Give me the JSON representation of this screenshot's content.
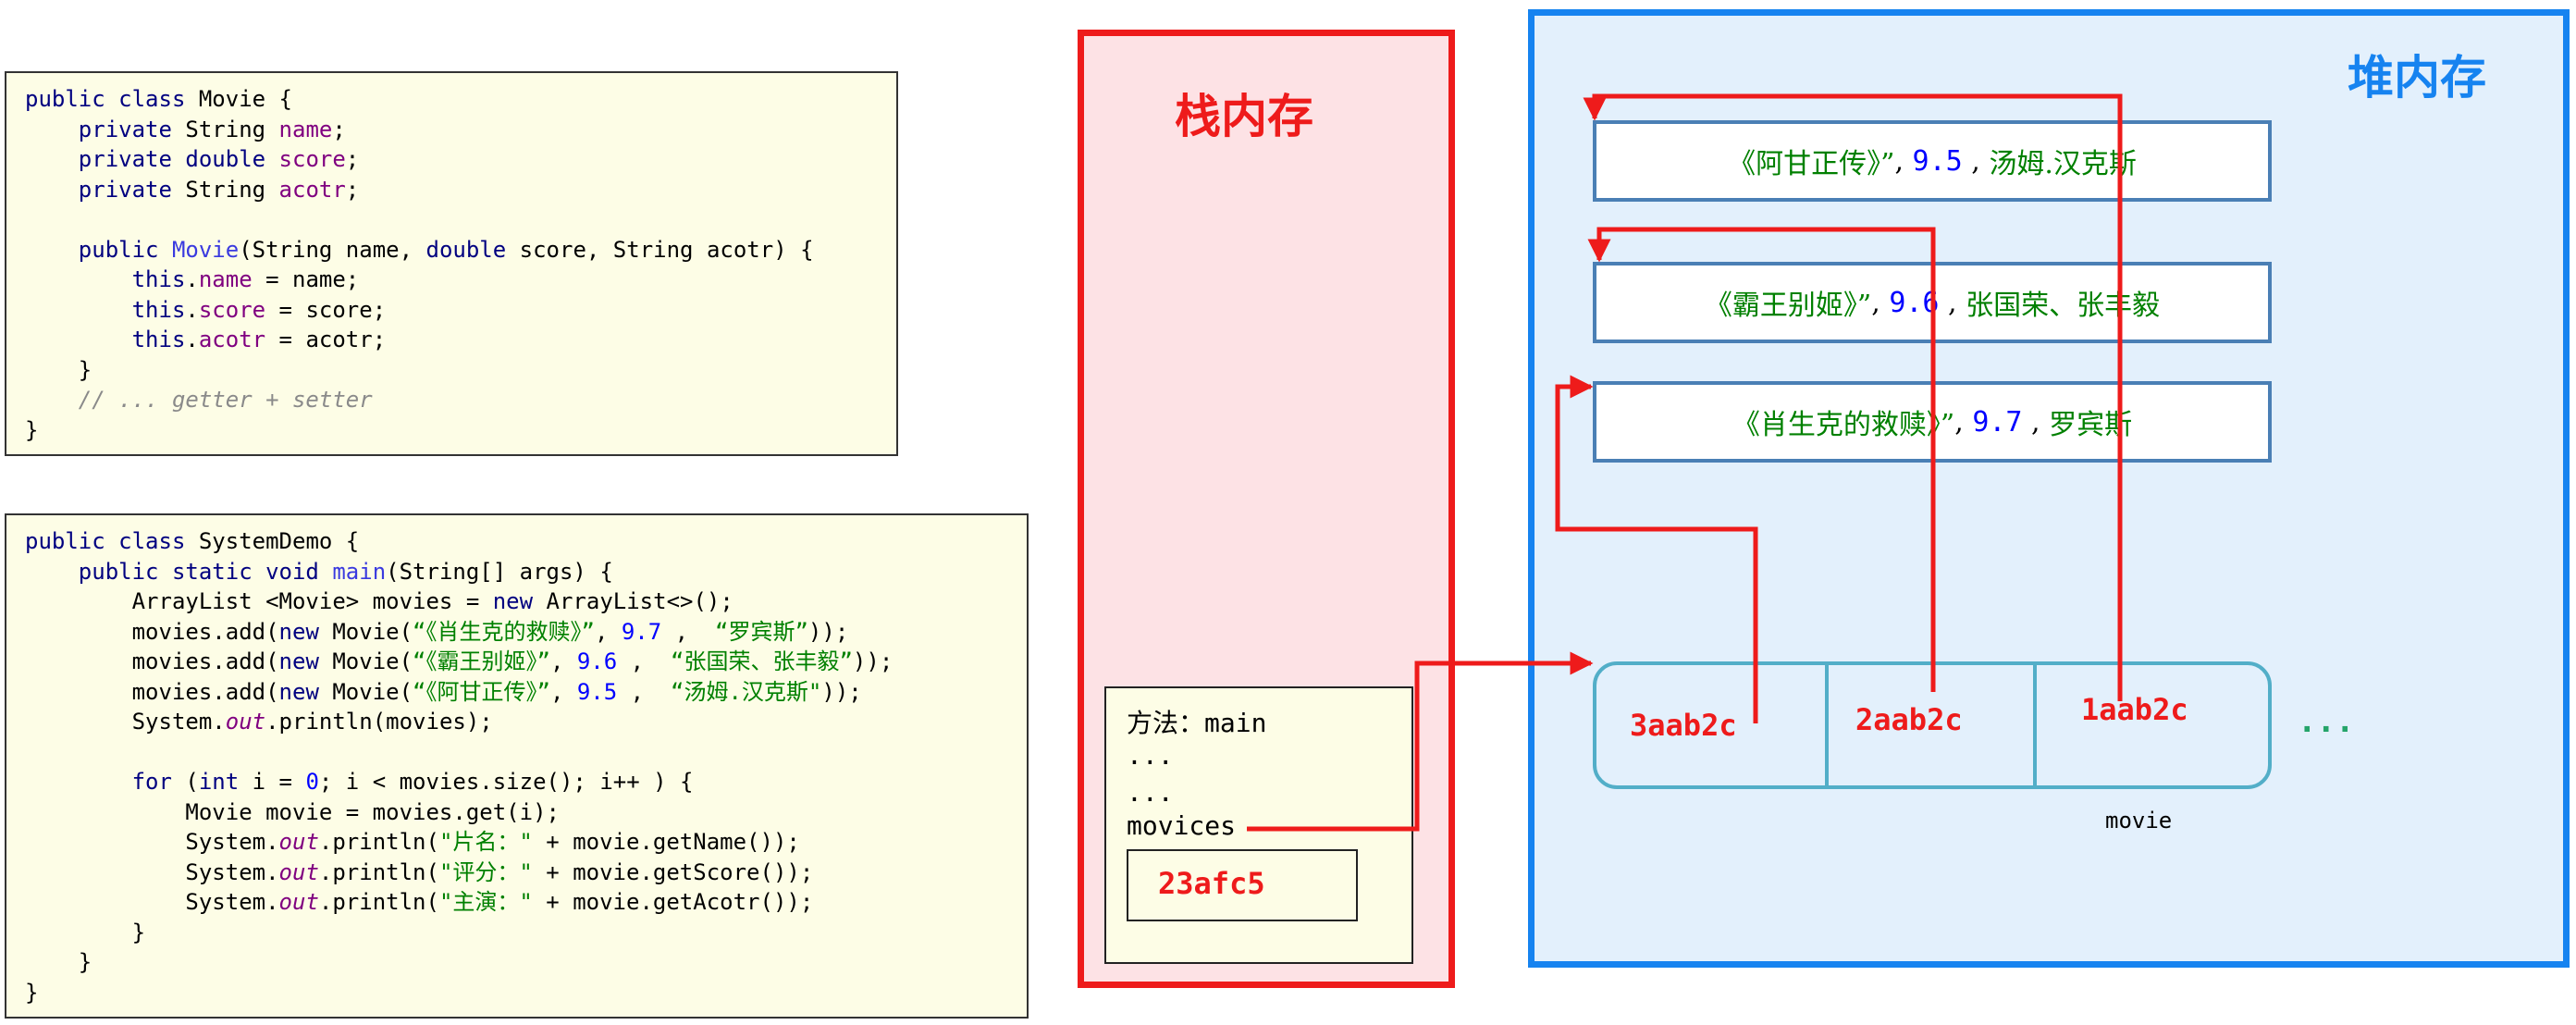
{
  "colors": {
    "stack_border": "#ee1b1b",
    "stack_fill": "#fde2e5",
    "heap_border": "#1683f0",
    "heap_fill": "#e3f0fc",
    "arrow": "#ee1b1b",
    "code_bg": "#fdfde6"
  },
  "code_movie": [
    "public class Movie {",
    "    private String name;",
    "    private double score;",
    "    private String acotr;",
    "",
    "    public Movie(String name, double score, String acotr) {",
    "        this.name = name;",
    "        this.score = score;",
    "        this.acotr = acotr;",
    "    }",
    "    // ... getter + setter",
    "}"
  ],
  "code_system": [
    "public class SystemDemo {",
    "    public static void main(String[] args) {",
    "        ArrayList <Movie> movies = new ArrayList<>();",
    "        movies.add(new Movie(\"《肖生克的救赎》\", 9.7 ,  \"罗宾斯\"));",
    "        movies.add(new Movie(\"《霸王别姬》\", 9.6 ,  \"张国荣、张丰毅\"));",
    "        movies.add(new Movie(\"《阿甘正传》\", 9.5 ,  \"汤姆.汉克斯\"));",
    "        System.out.println(movies);",
    "",
    "        for (int i = 0; i < movies.size(); i++ ) {",
    "            Movie movie = movies.get(i);",
    "            System.out.println(\"片名：\" + movie.getName());",
    "            System.out.println(\"评分：\" + movie.getScore());",
    "            System.out.println(\"主演：\" + movie.getAcotr());",
    "        }",
    "    }",
    "}"
  ],
  "stack": {
    "title": "栈内存",
    "frame_method": "方法：main",
    "frame_dots_1": "...",
    "frame_dots_2": "...",
    "frame_var": "movices",
    "frame_addr": "23afc5"
  },
  "heap": {
    "title": "堆内存",
    "movies": [
      {
        "name": "《阿甘正传》”",
        "score": "9.5",
        "actor": "汤姆.汉克斯"
      },
      {
        "name": "《霸王别姬》”",
        "score": "9.6",
        "actor": "张国荣、张丰毅"
      },
      {
        "name": "《肖生克的救赎》”",
        "score": "9.7",
        "actor": "罗宾斯"
      }
    ],
    "list_slots": [
      "3aab2c",
      "2aab2c",
      "1aab2c"
    ],
    "list_ellipsis": "...",
    "list_label": "movie"
  }
}
